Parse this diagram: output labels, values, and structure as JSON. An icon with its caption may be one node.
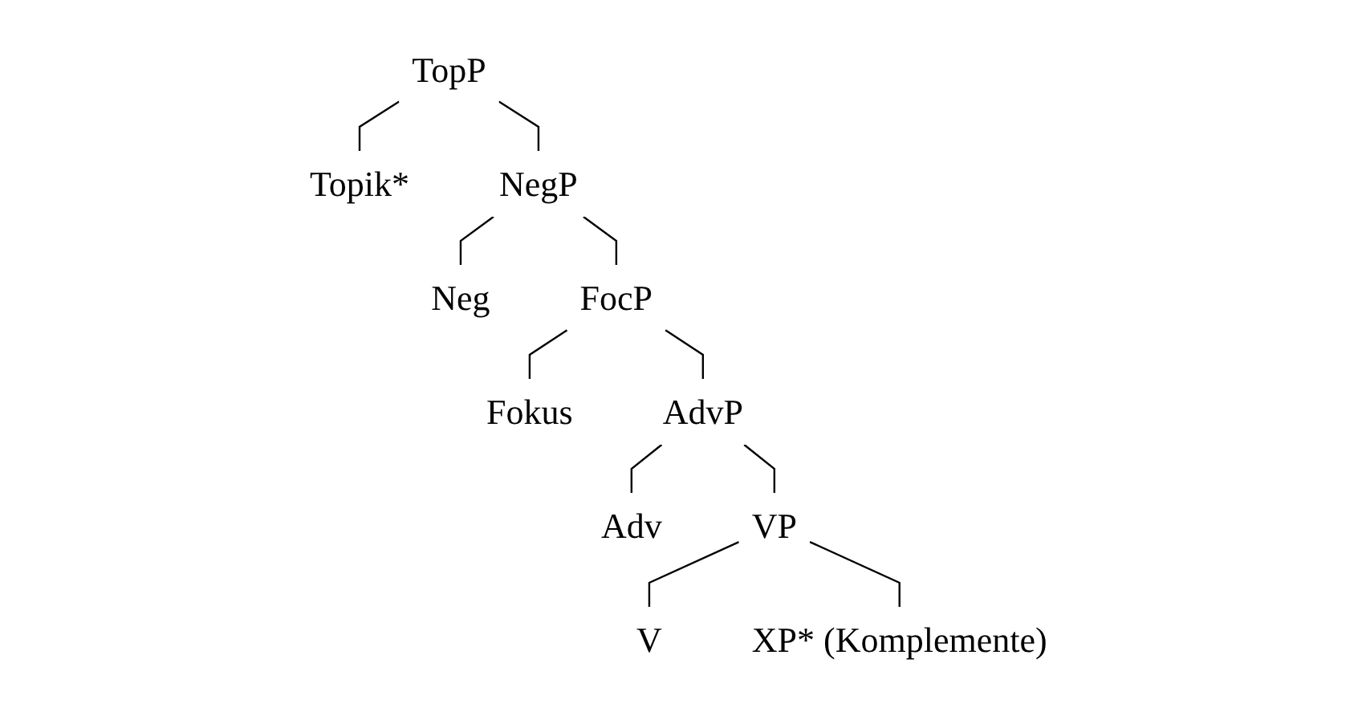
{
  "diagram": {
    "nodes": [
      {
        "text": [
          "TopP"
        ]
      },
      {
        "text": [
          "Topik*"
        ]
      },
      {
        "text": [
          "NegP"
        ]
      },
      {
        "text": [
          "Neg"
        ]
      },
      {
        "text": [
          "FocP"
        ]
      },
      {
        "text": [
          "Fokus"
        ]
      },
      {
        "text": [
          "AdvP"
        ]
      },
      {
        "text": [
          "Adv"
        ]
      },
      {
        "text": [
          "VP"
        ]
      },
      {
        "text": [
          "V"
        ]
      },
      {
        "text": [
          "XP* (Komplemente)"
        ]
      }
    ],
    "edges": [
      {
        "from": 0,
        "to": 1,
        "arrow": "none"
      },
      {
        "from": 0,
        "to": 2,
        "arrow": "none"
      },
      {
        "from": 2,
        "to": 3,
        "arrow": "none"
      },
      {
        "from": 2,
        "to": 4,
        "arrow": "none"
      },
      {
        "from": 4,
        "to": 5,
        "arrow": "none"
      },
      {
        "from": 4,
        "to": 6,
        "arrow": "none"
      },
      {
        "from": 6,
        "to": 7,
        "arrow": "none"
      },
      {
        "from": 6,
        "to": 8,
        "arrow": "none"
      },
      {
        "from": 8,
        "to": 9,
        "arrow": "none"
      },
      {
        "from": 8,
        "to": 10,
        "arrow": "none"
      }
    ]
  }
}
